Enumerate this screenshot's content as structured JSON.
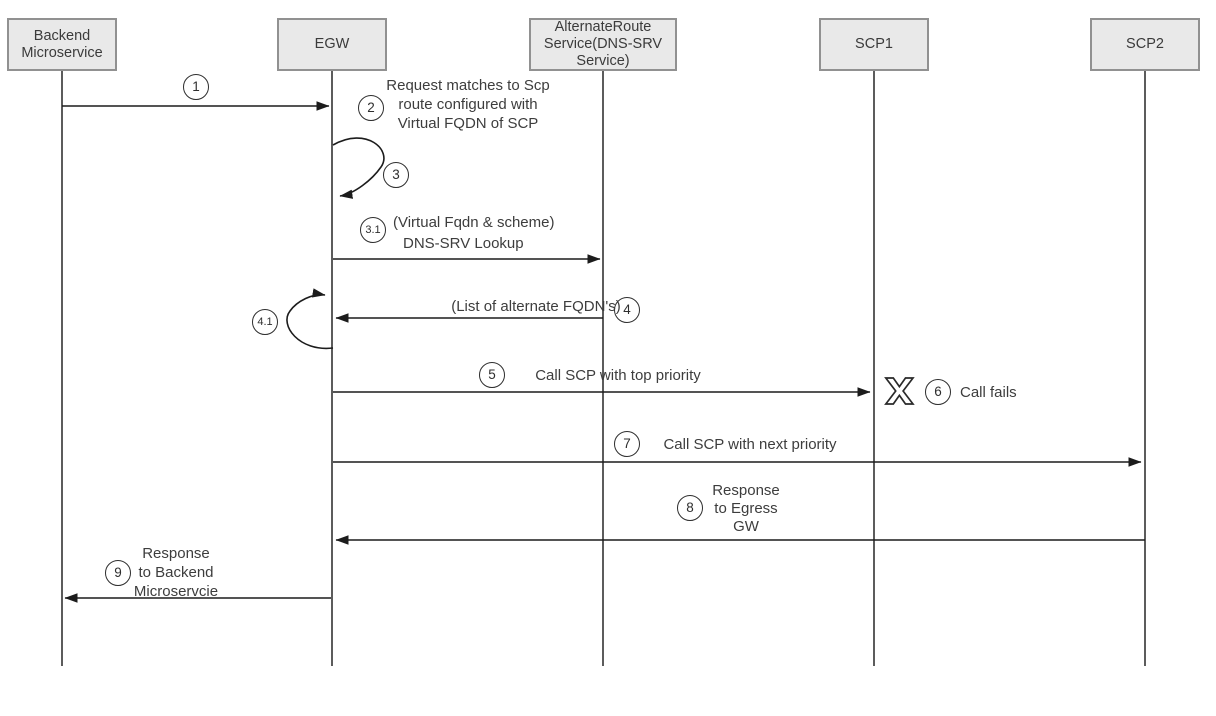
{
  "diagram_type": "sequence-diagram",
  "colors": {
    "background": "#ffffff",
    "actor_fill": "#e9e9e9",
    "actor_border": "#919191",
    "line": "#1c1c1c",
    "lifeline": "#3f3f3f",
    "text": "#3d3d3d",
    "circle_fill": "#ffffff",
    "circle_border": "#2e2e2e"
  },
  "actors": [
    {
      "id": "backend-microservice",
      "lines": [
        "Backend",
        "Microservice"
      ]
    },
    {
      "id": "egw",
      "lines": [
        "EGW"
      ]
    },
    {
      "id": "alternate-route-service",
      "lines": [
        "AlternateRoute",
        "Service(DNS-SRV",
        "Service)"
      ]
    },
    {
      "id": "scp1",
      "lines": [
        "SCP1"
      ]
    },
    {
      "id": "scp2",
      "lines": [
        "SCP2"
      ]
    }
  ],
  "steps": [
    {
      "num": "1",
      "kind": "message",
      "from": "backend-microservice",
      "to": "egw",
      "label_lines": []
    },
    {
      "num": "2",
      "kind": "note-on-lifeline",
      "at": "egw",
      "label_lines": [
        "Request matches to Scp",
        "route configured with",
        "Virtual FQDN of SCP"
      ]
    },
    {
      "num": "3",
      "kind": "self-message",
      "at": "egw",
      "label_lines": []
    },
    {
      "num": "3.1",
      "kind": "message",
      "from": "egw",
      "to": "alternate-route-service",
      "label_lines": [
        "(Virtual Fqdn & scheme)",
        "DNS-SRV Lookup"
      ]
    },
    {
      "num": "4",
      "kind": "message",
      "from": "alternate-route-service",
      "to": "egw",
      "label_lines": [
        "(List of alternate FQDN's)"
      ]
    },
    {
      "num": "4.1",
      "kind": "self-message",
      "at": "egw",
      "label_lines": []
    },
    {
      "num": "5",
      "kind": "message",
      "from": "egw",
      "to": "scp1",
      "label_lines": [
        "Call SCP with top priority"
      ]
    },
    {
      "num": "6",
      "kind": "annotation",
      "at": "scp1",
      "label_lines": [
        "Call fails"
      ],
      "marker": "X"
    },
    {
      "num": "7",
      "kind": "message",
      "from": "egw",
      "to": "scp2",
      "label_lines": [
        "Call SCP with next priority"
      ]
    },
    {
      "num": "8",
      "kind": "message",
      "from": "scp2",
      "to": "egw",
      "label_lines": [
        "Response",
        "to Egress",
        "GW"
      ]
    },
    {
      "num": "9",
      "kind": "message",
      "from": "egw",
      "to": "backend-microservice",
      "label_lines": [
        "Response",
        "to Backend",
        "Microservcie"
      ]
    }
  ]
}
